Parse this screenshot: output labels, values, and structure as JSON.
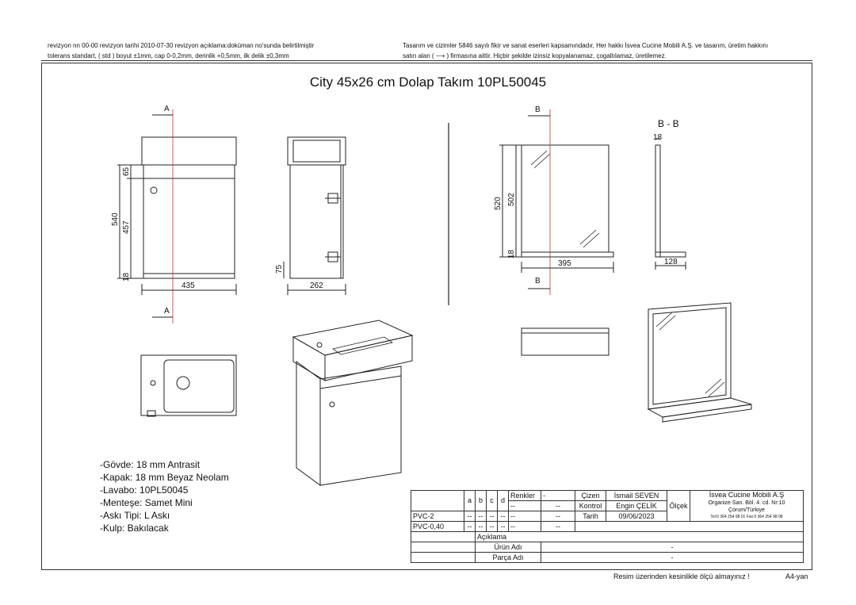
{
  "header": {
    "left_line1": "revizyon nn 00-00 revizyon tarihi 2010-07-30 revizyon açıklama:doküman no'sunda belirtilmiştir",
    "left_line2": "tolerans standart, ( std ) boyut ±1mm, cap 0-0,2mm, derinlik +0,5mm, ilk delik ±0,3mm",
    "right_line1": "Tasarım ve cizimler 5846 sayılı fikir ve sanat eserleri kapsamındadır, Her hakkı İsvea Cucine Mobili A.Ş. ve tasarım, üretim hakkını",
    "right_line2": "satın alan ( ⟶ ) firmasına aittir. Hiçbir şekilde izinsiz kopyalanamaz, çogaltılamaz, üretilemez."
  },
  "title": "City 45x26 cm Dolap Takım 10PL50045",
  "section_labels": {
    "a": "A",
    "b": "B",
    "bb": "B - B"
  },
  "dimensions": {
    "cab_height": "540",
    "cab_top": "65",
    "cab_door": "457",
    "cab_base": "18",
    "cab_width": "435",
    "side_depth": "262",
    "side_foot": "75",
    "mirror_height": "520",
    "mirror_glass": "502",
    "mirror_shelf": "18",
    "mirror_width": "395",
    "section_thick": "18",
    "section_depth": "128"
  },
  "specs": [
    "-Gövde: 18 mm Antrasit",
    "-Kapak: 18 mm Beyaz Neolam",
    "-Lavabo: 10PL50045",
    "-Menteşe: Samet Mini",
    "-Askı Tipi: L Askı",
    "-Kulp: Bakılacak"
  ],
  "title_block": {
    "col_a": "a",
    "col_b": "b",
    "col_c": "c",
    "col_d": "d",
    "renkler": "Renkler",
    "dash": "-",
    "dd": "--",
    "pvc2": "PVC-2",
    "pvc040": "PVC-0,40",
    "cizen_label": "Çizen",
    "cizen": "İsmail SEVEN",
    "kontrol_label": "Kontrol",
    "kontrol": "Engin ÇELİK",
    "tarih_label": "Tarih",
    "tarih": "09/06/2023",
    "olcek": "Ölçek",
    "company": "İsvea Cucine Mobili A.Ş",
    "address1": "Organize San. Böl. 4. cd. Nr:10",
    "address2": "Çorum/Türkiye",
    "phone": "Tel:0 364 254 98 01 Fax:0 364 254 98 08",
    "aciklama": "Açıklama",
    "urun_adi_label": "Ürün Adı",
    "urun_adi": "-",
    "parca_adi_label": "Parça Adı",
    "parca_adi": "-"
  },
  "footer": {
    "note": "Resim üzerinden kesinlikle ölçü almayınız !",
    "sheet": "A4-yan"
  }
}
